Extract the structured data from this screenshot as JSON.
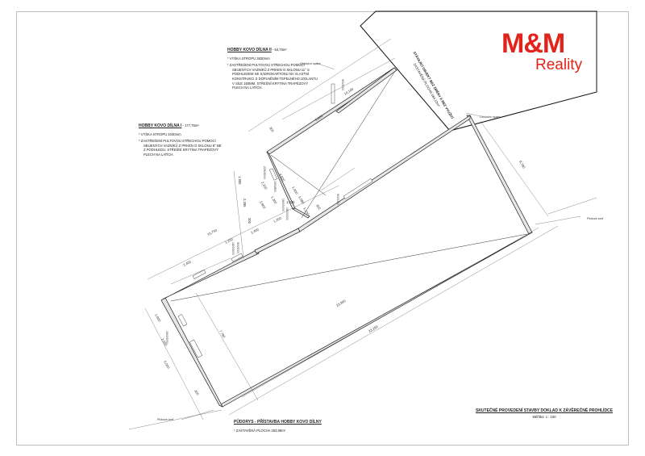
{
  "logo": {
    "brand": "M&M",
    "sub": "Reality"
  },
  "notes": {
    "dilna2_title": "HOBBY KOVO DÍLNA II",
    "dilna2_area": " - 54,75m²",
    "dilna2_lines": [
      "* VÝŠKA STROPU 3830mm",
      "* ZASTŘEŠENÍ PULTOVOU STŘECHOU POMOCÍ",
      "SBIJENÝCH VAZNÍKŮ Z PRKEN O SKLONU 11° S",
      "PODHLEDEM SE SÁDROKARTONU NA VLASTNÍ",
      "KONSTRUKCI S DOPLNĚNÍM TEPELNÉHO IZOLANTU",
      "V SÍLE 160MM. STŘEŠNÍ KRYTINA TRAPÉZOVÝ",
      "PLECH NA LATÍCH."
    ],
    "dilna1_title": "HOBBY KOVO DÍLNA I",
    "dilna1_area": " - 177,75m²",
    "dilna1_lines": [
      "* VÝŠKA STROPU 4030mm",
      "* ZASTŘEŠENÍ PULTOVOU STŘECHOU POMOCÍ",
      "SBIJENÝCH VAZNÍKŮ Z PRKEN O SKLONU 8° BE",
      "Z PODHLEDU. STŘEŠNÍ KRYTINA TRAPÉZOVÝ",
      "PLECH NA LATÍCH."
    ]
  },
  "existing_building": {
    "lines": [
      "STÁVAJÍCÍ OBJEKT BEZ ZMĚNY A BEZ VYUŽITÍ",
      "ZASTAVĚNÁ PLOCHA 184,10m²"
    ]
  },
  "labels": {
    "obsluzni_spara_1": "Obslužní spára",
    "obsluzni_spara_2": "Obslužní spára",
    "plotova_zed_1": "Plotová zeď",
    "plotova_zed_2": "Plotová zeď"
  },
  "dimensions": {
    "top_wall": "10,100",
    "upper_diag": "8,800",
    "right_wall": "8,780",
    "long_diag": "22,980",
    "bottom_wall": "23,280",
    "inner_height": "7,780",
    "left_wall": "5,000",
    "left_offset": "10,700",
    "seg_a": "2,400",
    "seg_b": "1,200",
    "seg_c": "2,400",
    "seg_d": "1,200",
    "seg_e": "1,900",
    "seg_f": "2,395",
    "seg_g": "300",
    "seg_h": "4,600",
    "seg_i": "300",
    "seg_j": "2,150",
    "seg_k": "2,800",
    "seg_l": "1,300",
    "seg_m": "1,400",
    "seg_n": "1,080",
    "seg_o": "1,100",
    "seg_p": "300",
    "seg_q": "1,600",
    "seg_r": "2,000",
    "seg_s": "300",
    "seg_t": "1,225"
  },
  "opening_labels": [
    "2250/2000",
    "1900/800",
    "1800/1000",
    "1800/1000",
    "900/1300",
    "900/2000",
    "1800/2000",
    "900/2000",
    "1800/2000"
  ],
  "footer": {
    "plan_title": "PŮDORYS - PŘÍSTAVBA HOBBY KOVO DÍLNY",
    "plan_area": "* ZASTAVĚNÁ PLOCHA 253,98m²",
    "doc_title": "SKUTEČNÉ PROVEDENÍ STAVBY DOKLAD K ZÁVĚREČNÉ PROHLÍDCE",
    "scale": "Měřítko: 1 : 100"
  }
}
